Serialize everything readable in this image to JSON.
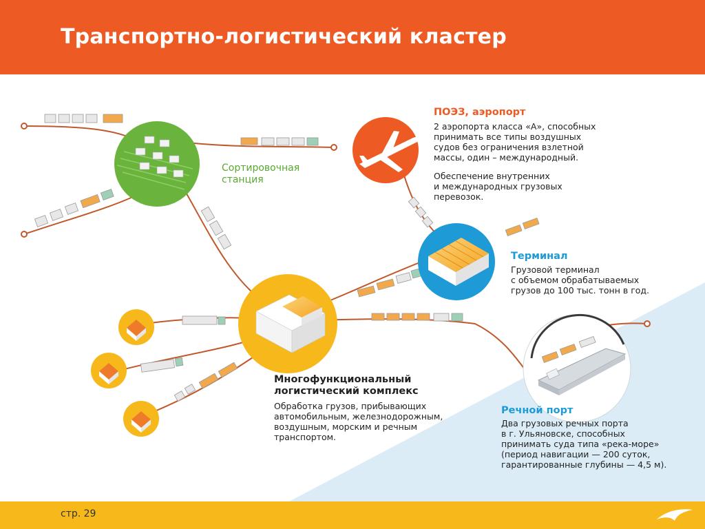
{
  "header": {
    "title": "Транспортно-логистический кластер"
  },
  "nodes": {
    "sorting_station": {
      "label_line1": "Сортировочная",
      "label_line2": "станция"
    },
    "airport": {
      "title": "ПОЭЗ, аэропорт",
      "desc_lines": [
        "2 аэропорта класса «А», способных",
        "принимать все типы воздушных",
        "судов без ограничения взлетной",
        "массы, один – международный."
      ],
      "desc2_lines": [
        "Обеспечение внутренних",
        "и международных грузовых",
        "перевозок."
      ]
    },
    "terminal": {
      "title": "Терминал",
      "desc_lines": [
        "Грузовой терминал",
        "с объемом обрабатываемых",
        "грузов до 100 тыс. тонн в год."
      ]
    },
    "logistics_complex": {
      "title_lines": [
        "Многофункциональный",
        "логистический комплекс"
      ],
      "desc_lines": [
        "Обработка грузов, прибывающих",
        "автомобильным, железнодорожным,",
        "воздушным, морским и речным",
        "транспортом."
      ]
    },
    "river_port": {
      "title": "Речной порт",
      "desc_lines": [
        "Два грузовых речных порта",
        "в г. Ульяновске, способных",
        "принимать суда типа «река-море»",
        "(период навигации — 200 суток,",
        "гарантированные глубины — 4,5 м)."
      ]
    }
  },
  "footer": {
    "page_label": "стр. 29"
  },
  "colors": {
    "orange": "#ee5a24",
    "green": "#6ab43e",
    "blue": "#1e9ad6",
    "yellow": "#f7b81c",
    "river": "#dcecf7",
    "line": "#c0582b"
  }
}
